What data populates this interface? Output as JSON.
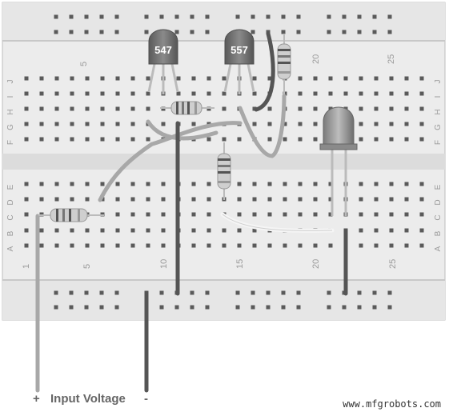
{
  "breadboard": {
    "column_numbers": [
      "1",
      "5",
      "10",
      "15",
      "20",
      "25"
    ],
    "row_letters_top": [
      "J",
      "I",
      "H",
      "G",
      "F"
    ],
    "row_letters_bottom": [
      "E",
      "D",
      "C",
      "B",
      "A"
    ]
  },
  "components": {
    "transistor_left": {
      "label": "547"
    },
    "transistor_right": {
      "label": "557"
    },
    "led": {
      "name": "LED"
    }
  },
  "footer": {
    "plus": "+",
    "input_voltage": "Input Voltage",
    "minus": "-",
    "watermark": "www.mfgrobots.com"
  },
  "colors": {
    "board": "#e9e9e9",
    "hole": "#5a5a5a",
    "wire_light": "#a8a8a8",
    "wire_dark": "#555555",
    "transistor": "#666666"
  }
}
